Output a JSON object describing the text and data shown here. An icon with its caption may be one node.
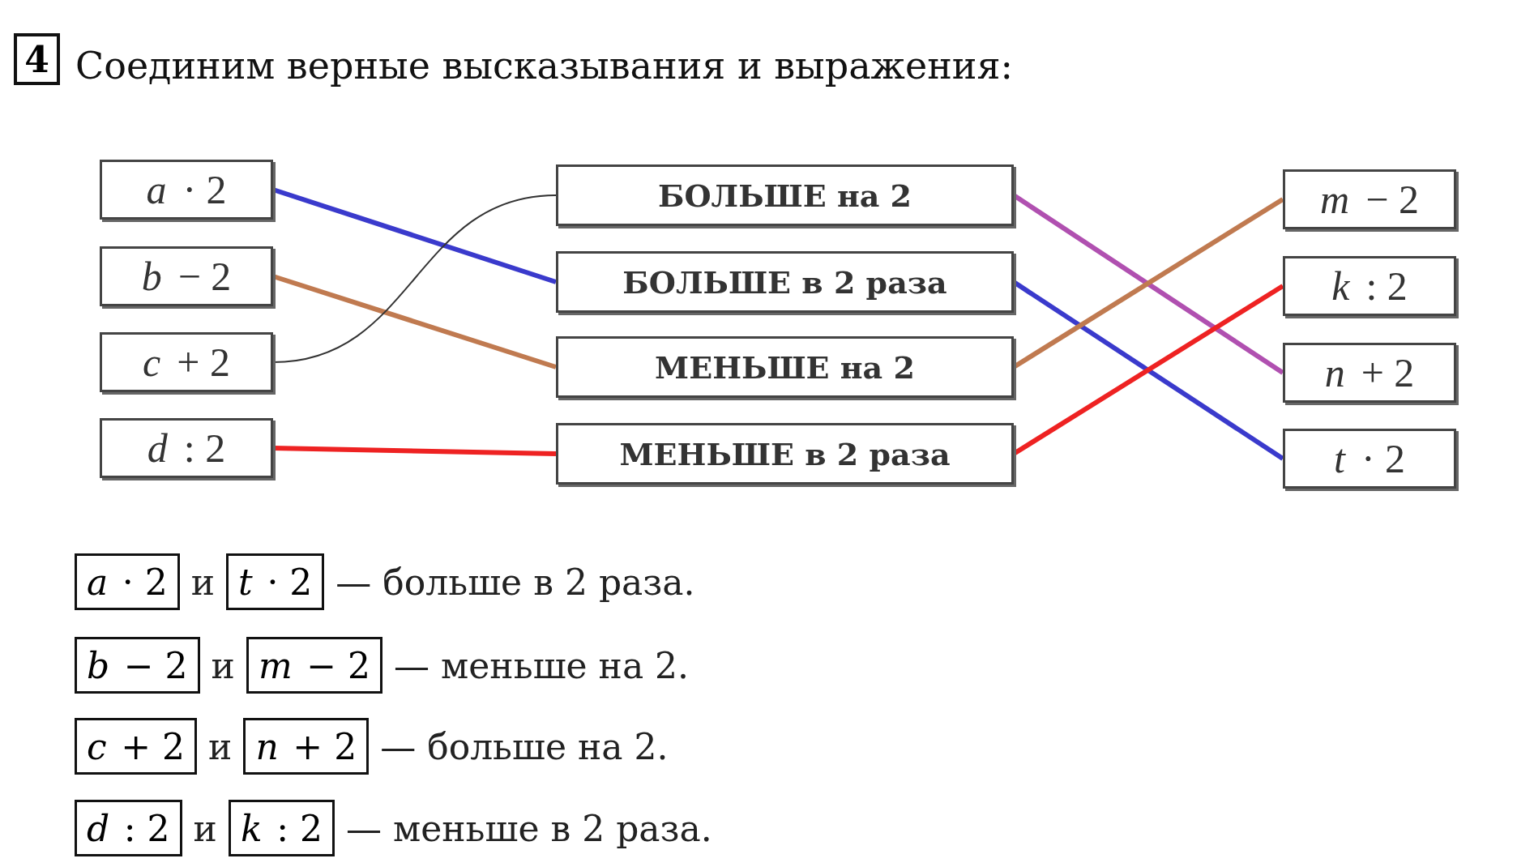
{
  "diagram": {
    "title": "Соединим верные высказывания и выражения:",
    "nodes": [
      {
        "text": [
          "4"
        ]
      },
      {
        "text": [
          "*a* · 2"
        ]
      },
      {
        "text": [
          "*b* − 2"
        ]
      },
      {
        "text": [
          "*c* + 2"
        ]
      },
      {
        "text": [
          "*d* : 2"
        ]
      },
      {
        "text": [
          "БОЛЬШЕ на 2"
        ]
      },
      {
        "text": [
          "БОЛЬШЕ в 2 раза"
        ]
      },
      {
        "text": [
          "МЕНЬШЕ на 2"
        ]
      },
      {
        "text": [
          "МЕНЬШЕ в 2 раза"
        ]
      },
      {
        "text": [
          "*m* − 2"
        ]
      },
      {
        "text": [
          "*k* : 2"
        ]
      },
      {
        "text": [
          "*n* + 2"
        ]
      },
      {
        "text": [
          "*t* · 2"
        ]
      },
      {
        "text": [
          "*a* · 2"
        ]
      },
      {
        "text": [
          "*t* · 2"
        ]
      },
      {
        "text": [
          "*b* − 2"
        ]
      },
      {
        "text": [
          "*m* − 2"
        ]
      },
      {
        "text": [
          "*c* + 2"
        ]
      },
      {
        "text": [
          "*n* + 2"
        ]
      },
      {
        "text": [
          "*d* : 2"
        ]
      },
      {
        "text": [
          "*k* : 2"
        ]
      }
    ],
    "edges": [
      {
        "from": 1,
        "to": 6,
        "arrow": "none",
        "color": "#3a3acc"
      },
      {
        "from": 2,
        "to": 7,
        "arrow": "none",
        "color": "#c07a50"
      },
      {
        "from": 3,
        "to": 5,
        "arrow": "none",
        "color": "#333333"
      },
      {
        "from": 4,
        "to": 8,
        "arrow": "none",
        "color": "#ee2222"
      },
      {
        "from": 5,
        "to": 11,
        "arrow": "none",
        "color": "#b050b0"
      },
      {
        "from": 6,
        "to": 12,
        "arrow": "none",
        "color": "#3a3acc"
      },
      {
        "from": 7,
        "to": 9,
        "arrow": "none",
        "color": "#c07a50"
      },
      {
        "from": 8,
        "to": 10,
        "arrow": "none",
        "color": "#ee2222"
      }
    ],
    "labels": [
      "и",
      "— больше в 2 раза.",
      "и",
      "— меньше на 2.",
      "и",
      "— больше на 2.",
      "и",
      "— меньше в 2 раза."
    ]
  }
}
